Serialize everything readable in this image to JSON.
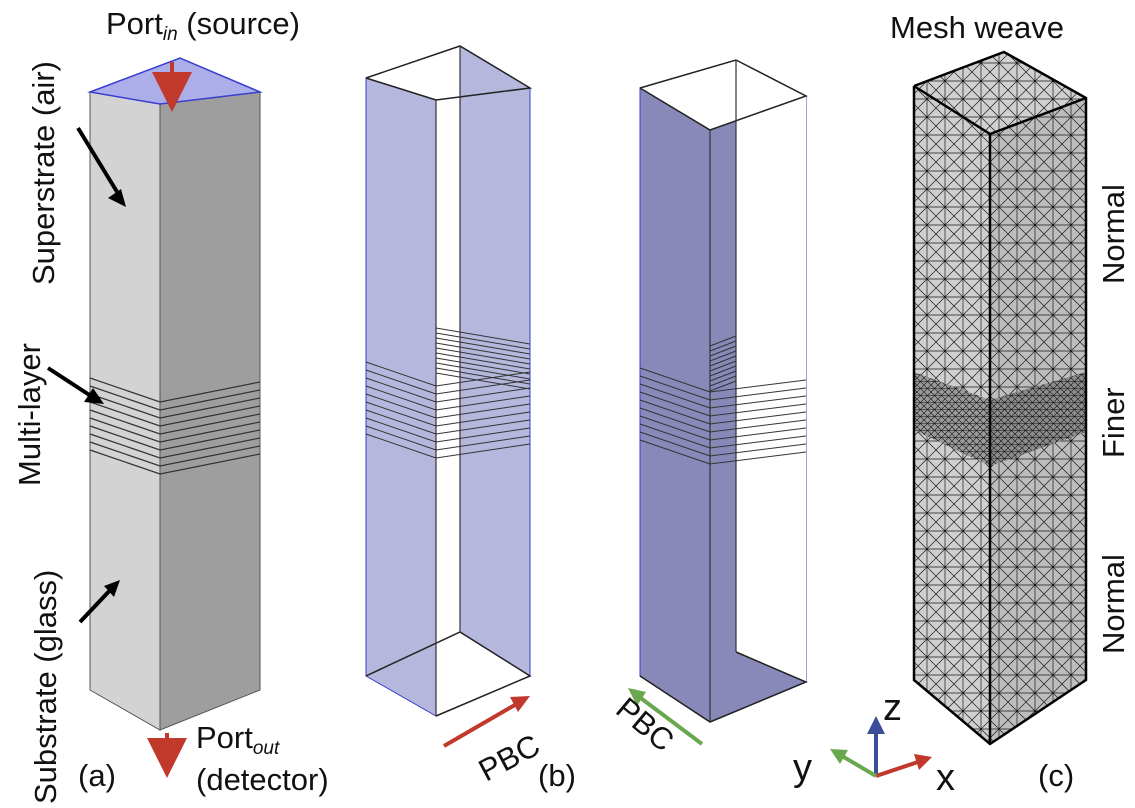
{
  "colors": {
    "box_light": "#d3d3d3",
    "box_dark": "#9e9e9e",
    "port_top": "#abaee9",
    "pbc_light": "#b5b7dc",
    "pbc_dark": "#8889b8",
    "arrow_red": "#c0392b",
    "arrow_green": "#6aa84f",
    "axis_z_blue": "#3b4c9b",
    "edge_blue": "#3a3fd0"
  },
  "labels": {
    "port_in_main": "Port",
    "port_in_sub": "in",
    "port_in_suffix": " (source)",
    "superstrate": "Superstrate (air)",
    "multilayer": "Multi-layer",
    "substrate": "Substrate (glass)",
    "port_out_main": "Port",
    "port_out_sub": "out",
    "port_out_line2": "(detector)",
    "panel_a": "(a)",
    "pbc_left": "PBC",
    "pbc_right": "PBC",
    "panel_b": "(b)",
    "mesh_title": "Mesh weave",
    "normal_top": "Normal",
    "finer": "Finer",
    "normal_bottom": "Normal",
    "panel_c": "(c)",
    "axis_x": "x",
    "axis_y": "y",
    "axis_z": "z"
  },
  "icons": {
    "port_in_arrow": "arrow-down-icon",
    "port_out_arrow": "arrow-down-icon",
    "pbc_arrow_left": "arrow-up-right-icon",
    "pbc_arrow_right": "arrow-up-left-icon",
    "axes": "xyz-axes-icon"
  },
  "multilayer_line_count": 10
}
